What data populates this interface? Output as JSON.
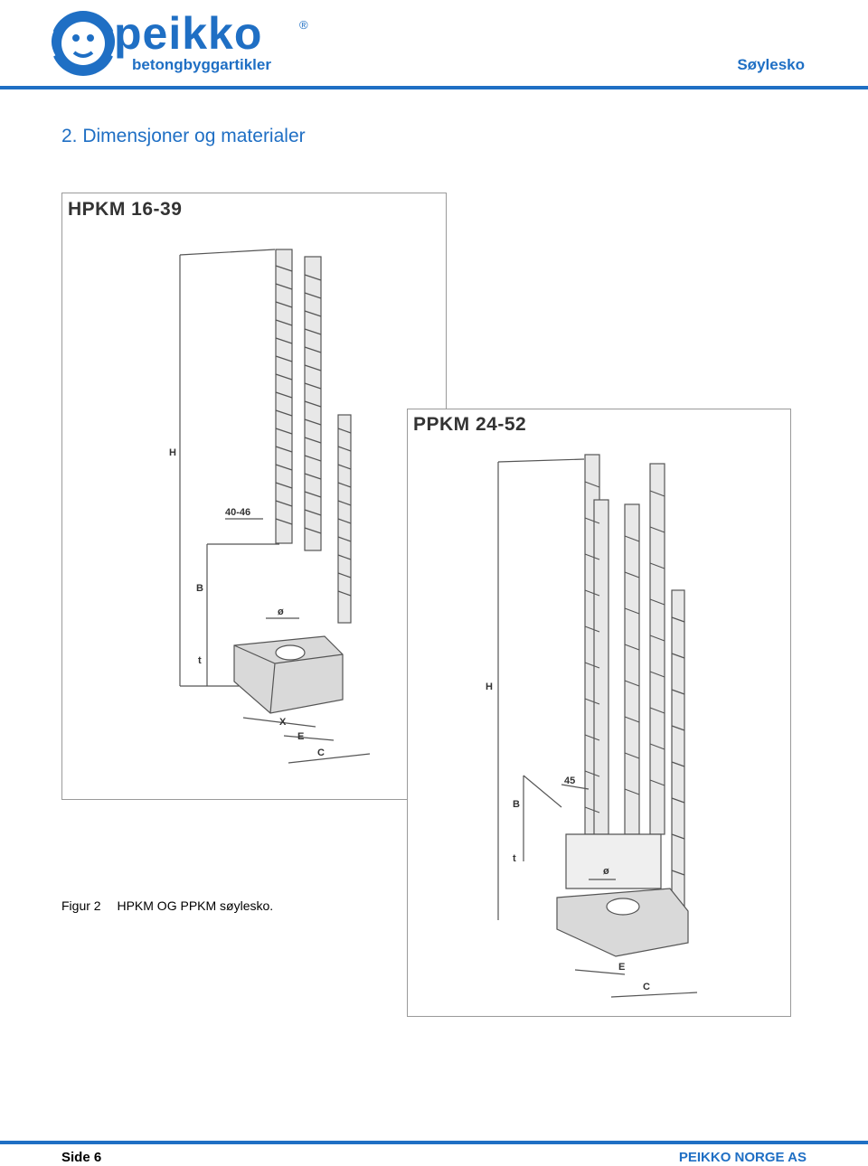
{
  "header": {
    "brand": "peikko",
    "registered": "®",
    "tagline": "betongbyggartikler",
    "doc_title": "Søylesko"
  },
  "section": {
    "title": "2. Dimensjoner og materialer"
  },
  "figures": [
    {
      "title": "HPKM 16-39",
      "dims": {
        "H": "H",
        "d": "40-46",
        "B": "B",
        "phi": "ø",
        "t": "t",
        "X": "X",
        "E": "E",
        "C": "C"
      }
    },
    {
      "title": "PPKM 24-52",
      "dims": {
        "H": "H",
        "angle": "45",
        "B": "B",
        "t": "t",
        "phi": "ø",
        "E": "E",
        "C": "C"
      }
    }
  ],
  "caption": {
    "label": "Figur 2",
    "text": "HPKM OG PPKM søylesko."
  },
  "footer": {
    "page": "Side 6",
    "company": "PEIKKO NORGE AS"
  },
  "colors": {
    "brand_blue": "#1f6fc4",
    "drawing_gray": "#555555"
  }
}
